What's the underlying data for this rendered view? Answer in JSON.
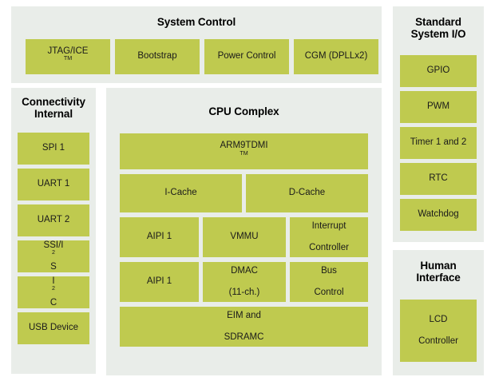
{
  "diagram": {
    "colors": {
      "page_background": "#ffffff",
      "panel_background": "#e9ede9",
      "block_fill": "#bfca4f",
      "text": "#1a1a1a"
    },
    "panels": [
      {
        "id": "system-control",
        "title": "System Control",
        "blocks": [
          {
            "id": "jtag-ice",
            "label": "JTAG/ICE",
            "sup": "TM"
          },
          {
            "id": "bootstrap",
            "label": "Bootstrap"
          },
          {
            "id": "power-control",
            "label": "Power Control"
          },
          {
            "id": "cgm",
            "label": "CGM (DPLLx2)"
          }
        ]
      },
      {
        "id": "connectivity-internal",
        "title_line1": "Connectivity",
        "title_line2": "Internal",
        "blocks": [
          {
            "id": "spi1",
            "label": "SPI 1"
          },
          {
            "id": "uart1",
            "label": "UART 1"
          },
          {
            "id": "uart2",
            "label": "UART 2"
          },
          {
            "id": "ssi-i2s",
            "label_pre": "SSI/I",
            "sup": "2",
            "label_post": "S"
          },
          {
            "id": "i2c",
            "label_pre": "I",
            "sup": "2",
            "label_post": "C"
          },
          {
            "id": "usb-device",
            "label": "USB Device"
          }
        ]
      },
      {
        "id": "cpu-complex",
        "title": "CPU Complex",
        "blocks": [
          {
            "id": "arm9tdmi",
            "label": "ARM9TDMI",
            "sup": "TM"
          },
          {
            "id": "i-cache",
            "label": "I-Cache"
          },
          {
            "id": "d-cache",
            "label": "D-Cache"
          },
          {
            "id": "aipi1-a",
            "label": "AIPI 1"
          },
          {
            "id": "vmmu",
            "label": "VMMU"
          },
          {
            "id": "interrupt-controller",
            "line1": "Interrupt",
            "line2": "Controller"
          },
          {
            "id": "aipi1-b",
            "label": "AIPI 1"
          },
          {
            "id": "dmac",
            "line1": "DMAC",
            "line2": "(11-ch.)"
          },
          {
            "id": "bus-control",
            "line1": "Bus",
            "line2": "Control"
          },
          {
            "id": "eim-sdramc",
            "line1": "EIM and",
            "line2": "SDRAMC"
          }
        ]
      },
      {
        "id": "standard-system-io",
        "title_line1": "Standard",
        "title_line2": "System I/O",
        "blocks": [
          {
            "id": "gpio",
            "label": "GPIO"
          },
          {
            "id": "pwm",
            "label": "PWM"
          },
          {
            "id": "timer-1-and-2",
            "label": "Timer 1 and 2"
          },
          {
            "id": "rtc",
            "label": "RTC"
          },
          {
            "id": "watchdog",
            "label": "Watchdog"
          }
        ]
      },
      {
        "id": "human-interface",
        "title_line1": "Human",
        "title_line2": "Interface",
        "blocks": [
          {
            "id": "lcd-controller",
            "line1": "LCD",
            "line2": "Controller"
          }
        ]
      }
    ]
  }
}
